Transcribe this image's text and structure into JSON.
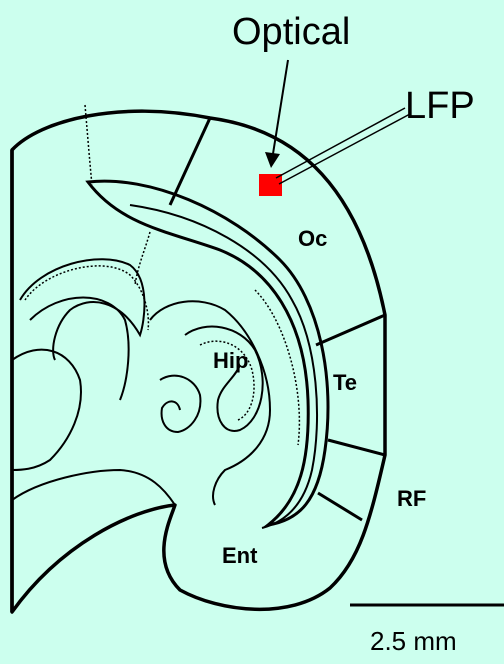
{
  "labels": {
    "optical": "Optical",
    "lfp": "LFP",
    "oc": "Oc",
    "te": "Te",
    "rf": "RF",
    "hip": "Hip",
    "ent": "Ent",
    "scale": "2.5 mm"
  },
  "colors": {
    "background": "#ccffee",
    "outline": "#000000",
    "recording_site": "#ff0000"
  }
}
